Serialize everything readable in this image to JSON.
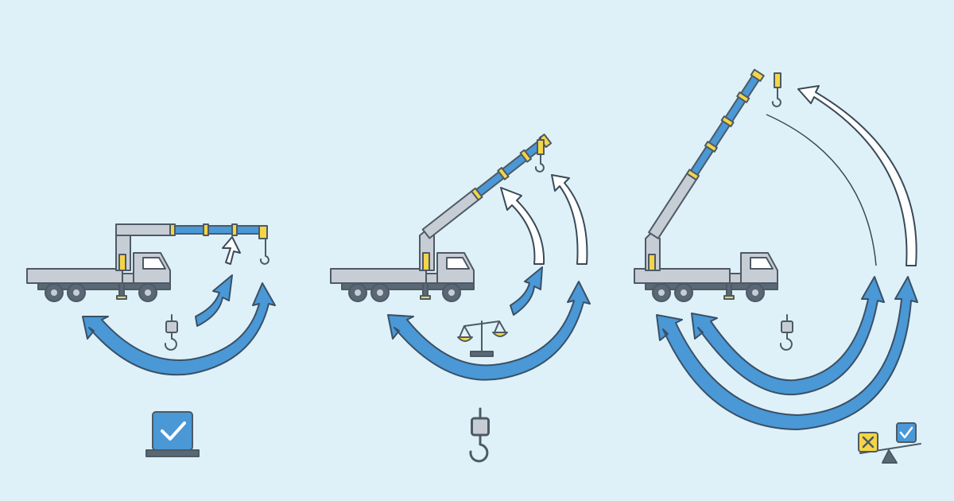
{
  "scenes": [
    {
      "name": "retracted-boom",
      "boom_state": "retracted",
      "badge": "checkmark-box"
    },
    {
      "name": "raised-boom",
      "boom_state": "raised",
      "badge": "crane-hook"
    },
    {
      "name": "extended-boom",
      "boom_state": "fully-extended",
      "badge": "x-and-check-seesaw"
    }
  ],
  "colors": {
    "background": "#dff1f8",
    "accent_blue": "#4a98d6",
    "accent_yellow": "#f5d547",
    "body_grey": "#c7cdd4",
    "outline": "#4d5a66"
  },
  "icons": [
    "crane-hook-icon",
    "balance-scale-icon",
    "checkmark-icon",
    "x-mark-icon"
  ]
}
